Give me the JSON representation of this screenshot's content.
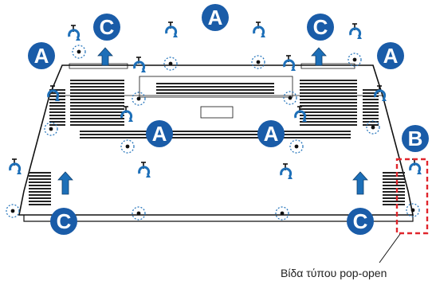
{
  "colors": {
    "badge": "#1a5ca8",
    "badge_text": "#ffffff",
    "screw_outline": "#1d6fb8",
    "arrow": "#1d6fb8",
    "highlight": "#e0262d",
    "line": "#111111"
  },
  "labels": {
    "a": "A",
    "b": "B",
    "c": "C"
  },
  "callout_text": "Βίδα τύπου pop-open",
  "icons": {
    "screw": "screw-icon",
    "screwdriver": "screwdriver-icon",
    "arrow": "lift-arrow-icon"
  }
}
